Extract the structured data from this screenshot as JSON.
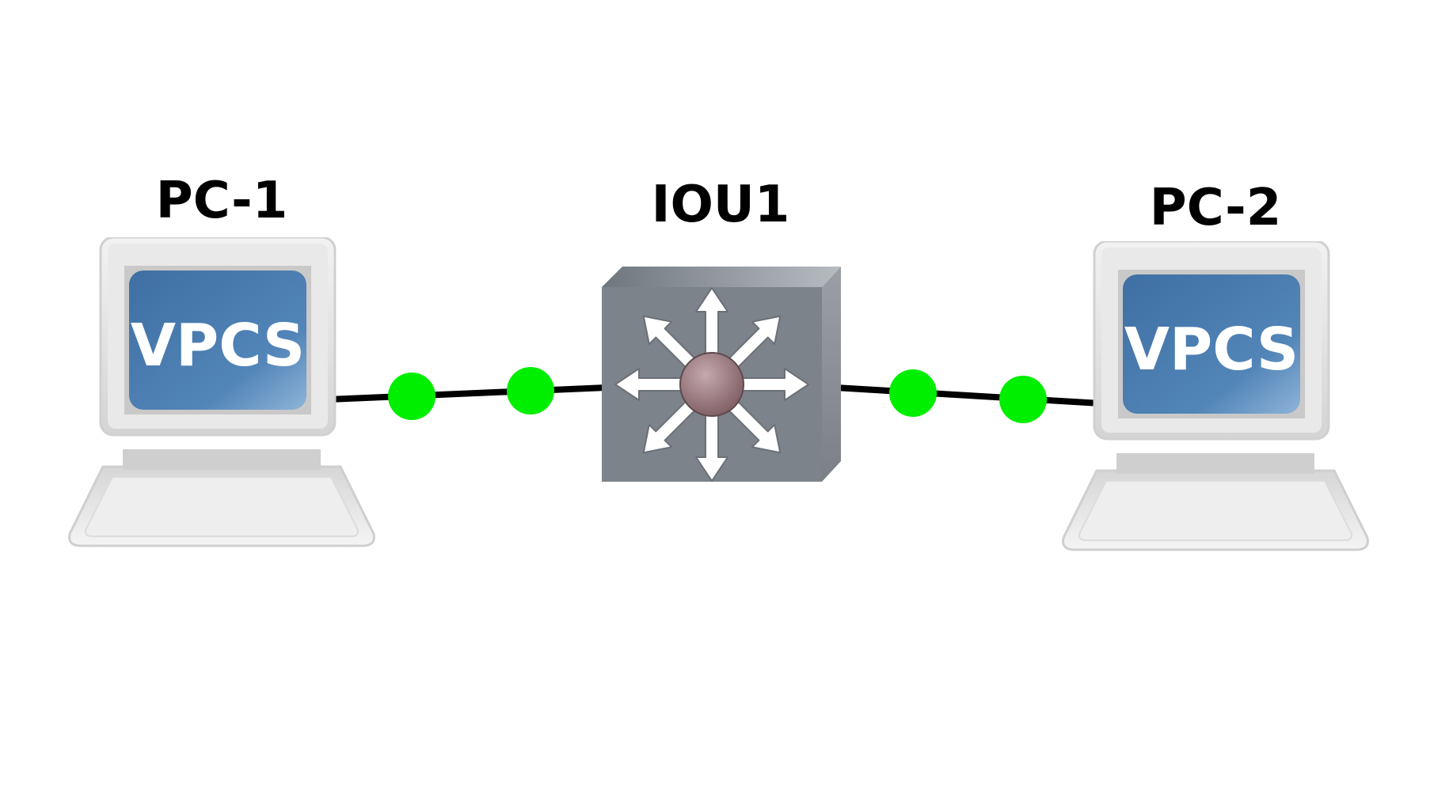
{
  "nodes": {
    "pc1": {
      "label": "PC-1",
      "screen_text": "VPCS",
      "icon": "vpcs-computer-icon"
    },
    "iou1": {
      "label": "IOU1",
      "icon": "multilayer-switch-icon"
    },
    "pc2": {
      "label": "PC-2",
      "screen_text": "VPCS",
      "icon": "vpcs-computer-icon"
    }
  },
  "links": [
    {
      "from": "PC-1",
      "to": "IOU1",
      "status": "up"
    },
    {
      "from": "IOU1",
      "to": "PC-2",
      "status": "up"
    }
  ],
  "colors": {
    "background": "#ffffff",
    "link": "#000000",
    "link_status_up": "#00ee00",
    "vpcs_screen": "#4a7cad",
    "switch_body": "#7c838a"
  }
}
